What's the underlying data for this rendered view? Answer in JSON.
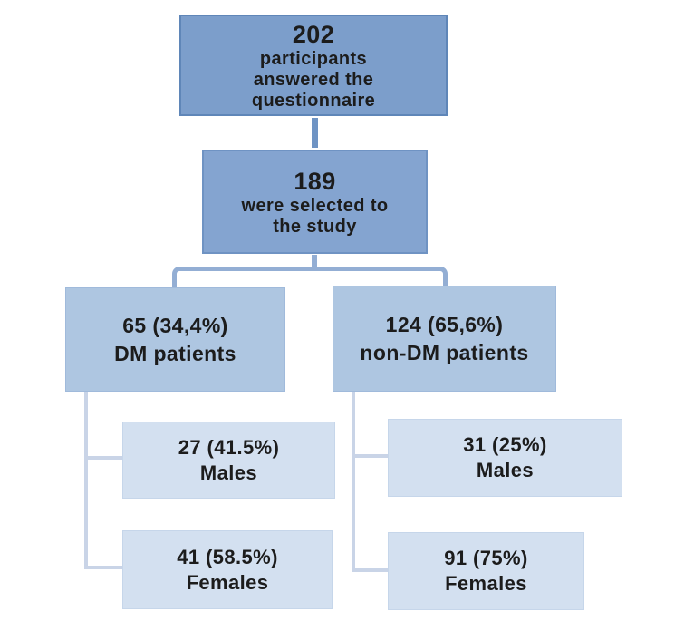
{
  "colors": {
    "level1_fill": "#7c9ecb",
    "level1_border": "#5f86b8",
    "level2_fill": "#84a4d0",
    "level2_border": "#6f93c3",
    "level3_fill": "#aec6e1",
    "level3_border": "#a0badb",
    "level4_fill": "#d3e0f0",
    "level4_border": "#c6d6ea",
    "connector_dark": "#6f94c4",
    "connector_mid": "#93aed4",
    "connector_light": "#c9d4e7",
    "text": "#1c1c1c",
    "background": "#ffffff"
  },
  "flowchart": {
    "root": {
      "value": "202",
      "lines": [
        "participants",
        "answered the",
        "questionnaire"
      ]
    },
    "selected": {
      "value": "189",
      "lines": [
        "were selected to",
        "the study"
      ]
    },
    "dm": {
      "value": "65 (34,4%)",
      "label": "DM patients"
    },
    "non_dm": {
      "value": "124 (65,6%)",
      "label": "non-DM patients"
    },
    "dm_males": {
      "value": "27 (41.5%)",
      "label": "Males"
    },
    "dm_females": {
      "value": "41 (58.5%)",
      "label": "Females"
    },
    "non_dm_males": {
      "value": "31 (25%)",
      "label": "Males"
    },
    "non_dm_females": {
      "value": "91 (75%)",
      "label": "Females"
    }
  }
}
